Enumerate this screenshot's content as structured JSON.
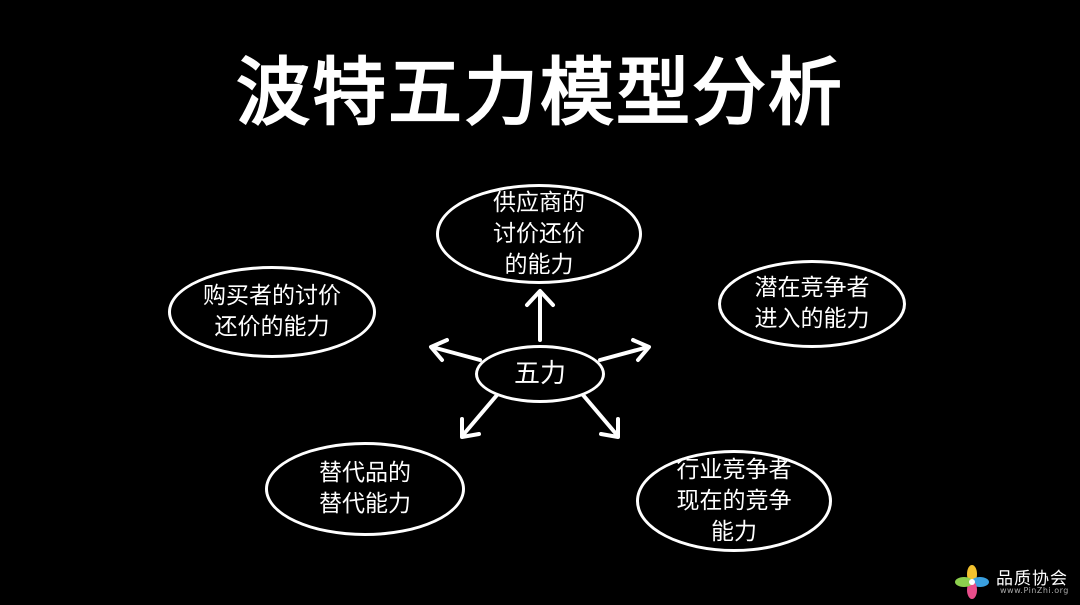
{
  "title": "波特五力模型分析",
  "center": {
    "label": "五力"
  },
  "nodes": {
    "supplier": {
      "label": "供应商的\n讨价还价\n的能力"
    },
    "buyer": {
      "label": "购买者的讨价\n还价的能力"
    },
    "new_entrant": {
      "label": "潜在竞争者\n进入的能力"
    },
    "substitute": {
      "label": "替代品的\n替代能力"
    },
    "rivalry": {
      "label": "行业竞争者\n现在的竞争\n能力"
    }
  },
  "watermark": {
    "name": "品质协会",
    "url": "www.PinZhi.org"
  },
  "colors": {
    "background": "#000000",
    "foreground": "#ffffff"
  }
}
